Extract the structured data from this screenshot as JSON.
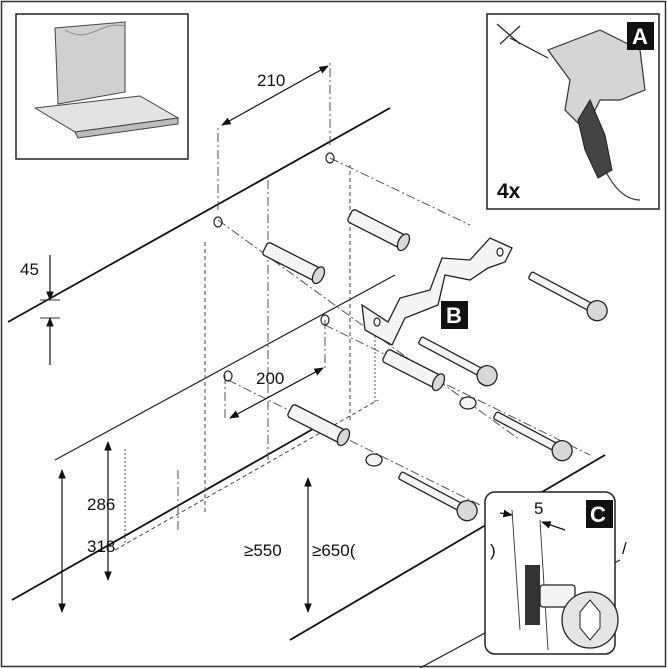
{
  "dimensions": {
    "top_width": "210",
    "hole_offset": "45",
    "lower_width": "200",
    "height_286": "286",
    "height_318": "318",
    "min_550": "≥550",
    "min_650": "≥650(",
    "gap_5": "5"
  },
  "labels": {
    "drill_step": "A",
    "bracket": "B",
    "detail": "C"
  },
  "drill_quantity": "4x",
  "detail_fragments": {
    "left": ")",
    "right": "/"
  }
}
